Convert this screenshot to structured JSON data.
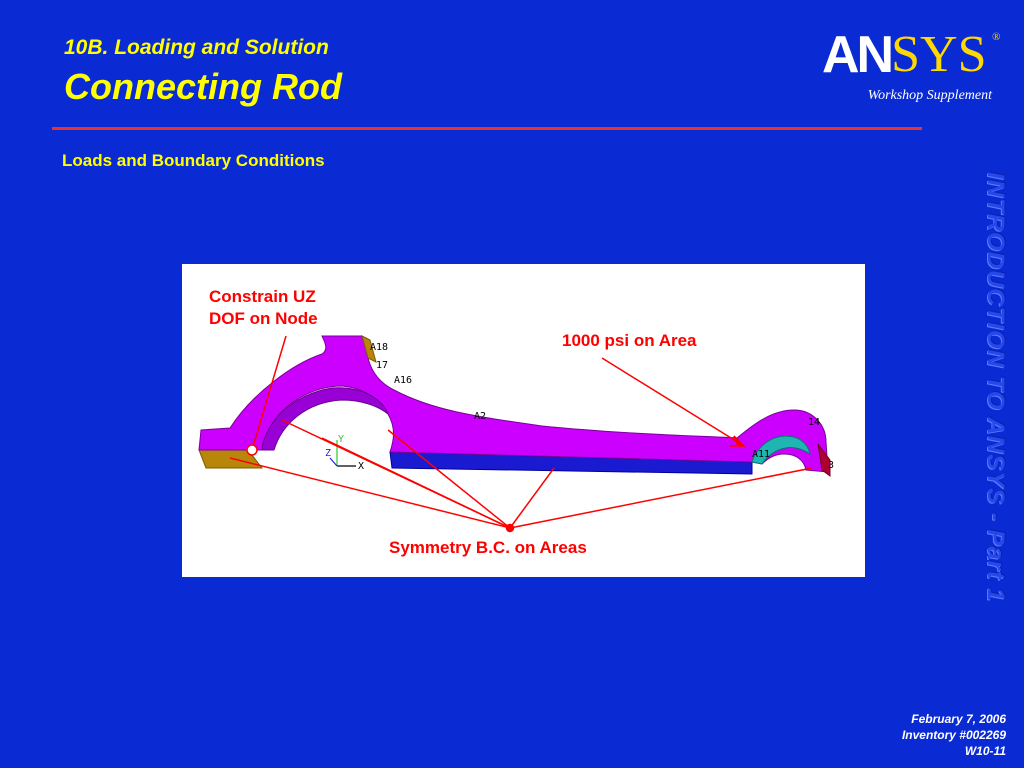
{
  "header": {
    "subtitle": "10B. Loading and Solution",
    "title": "Connecting Rod",
    "section": "Loads and Boundary Conditions"
  },
  "logo": {
    "an": "AN",
    "sys": "SYS",
    "reg": "®",
    "tagline": "Workshop Supplement"
  },
  "side_banner": "INTRODUCTION TO ANSYS - Part 1",
  "figure": {
    "annotations": {
      "constrain_line1": "Constrain UZ",
      "constrain_line2": "DOF on Node",
      "pressure": "1000 psi on Area",
      "symmetry": "Symmetry B.C. on Areas"
    },
    "area_labels": {
      "a18": "A18",
      "a17": "17",
      "a16": "A16",
      "a2": "A2",
      "a14": "14",
      "a11": "A11",
      "a3": "3"
    },
    "triad": {
      "x": "X",
      "y": "Y",
      "z": "Z"
    }
  },
  "footer": {
    "date": "February 7, 2006",
    "inventory": "Inventory #002269",
    "page": "W10-11"
  },
  "colors": {
    "background": "#0a2bd4",
    "title": "#ffff00",
    "rule": "#e8322a",
    "annotation": "#ff0000",
    "part_top": "#cc00ff",
    "part_side": "#1a1ad0",
    "part_end": "#b8860b",
    "inner_bore": "#1fb5b0"
  }
}
